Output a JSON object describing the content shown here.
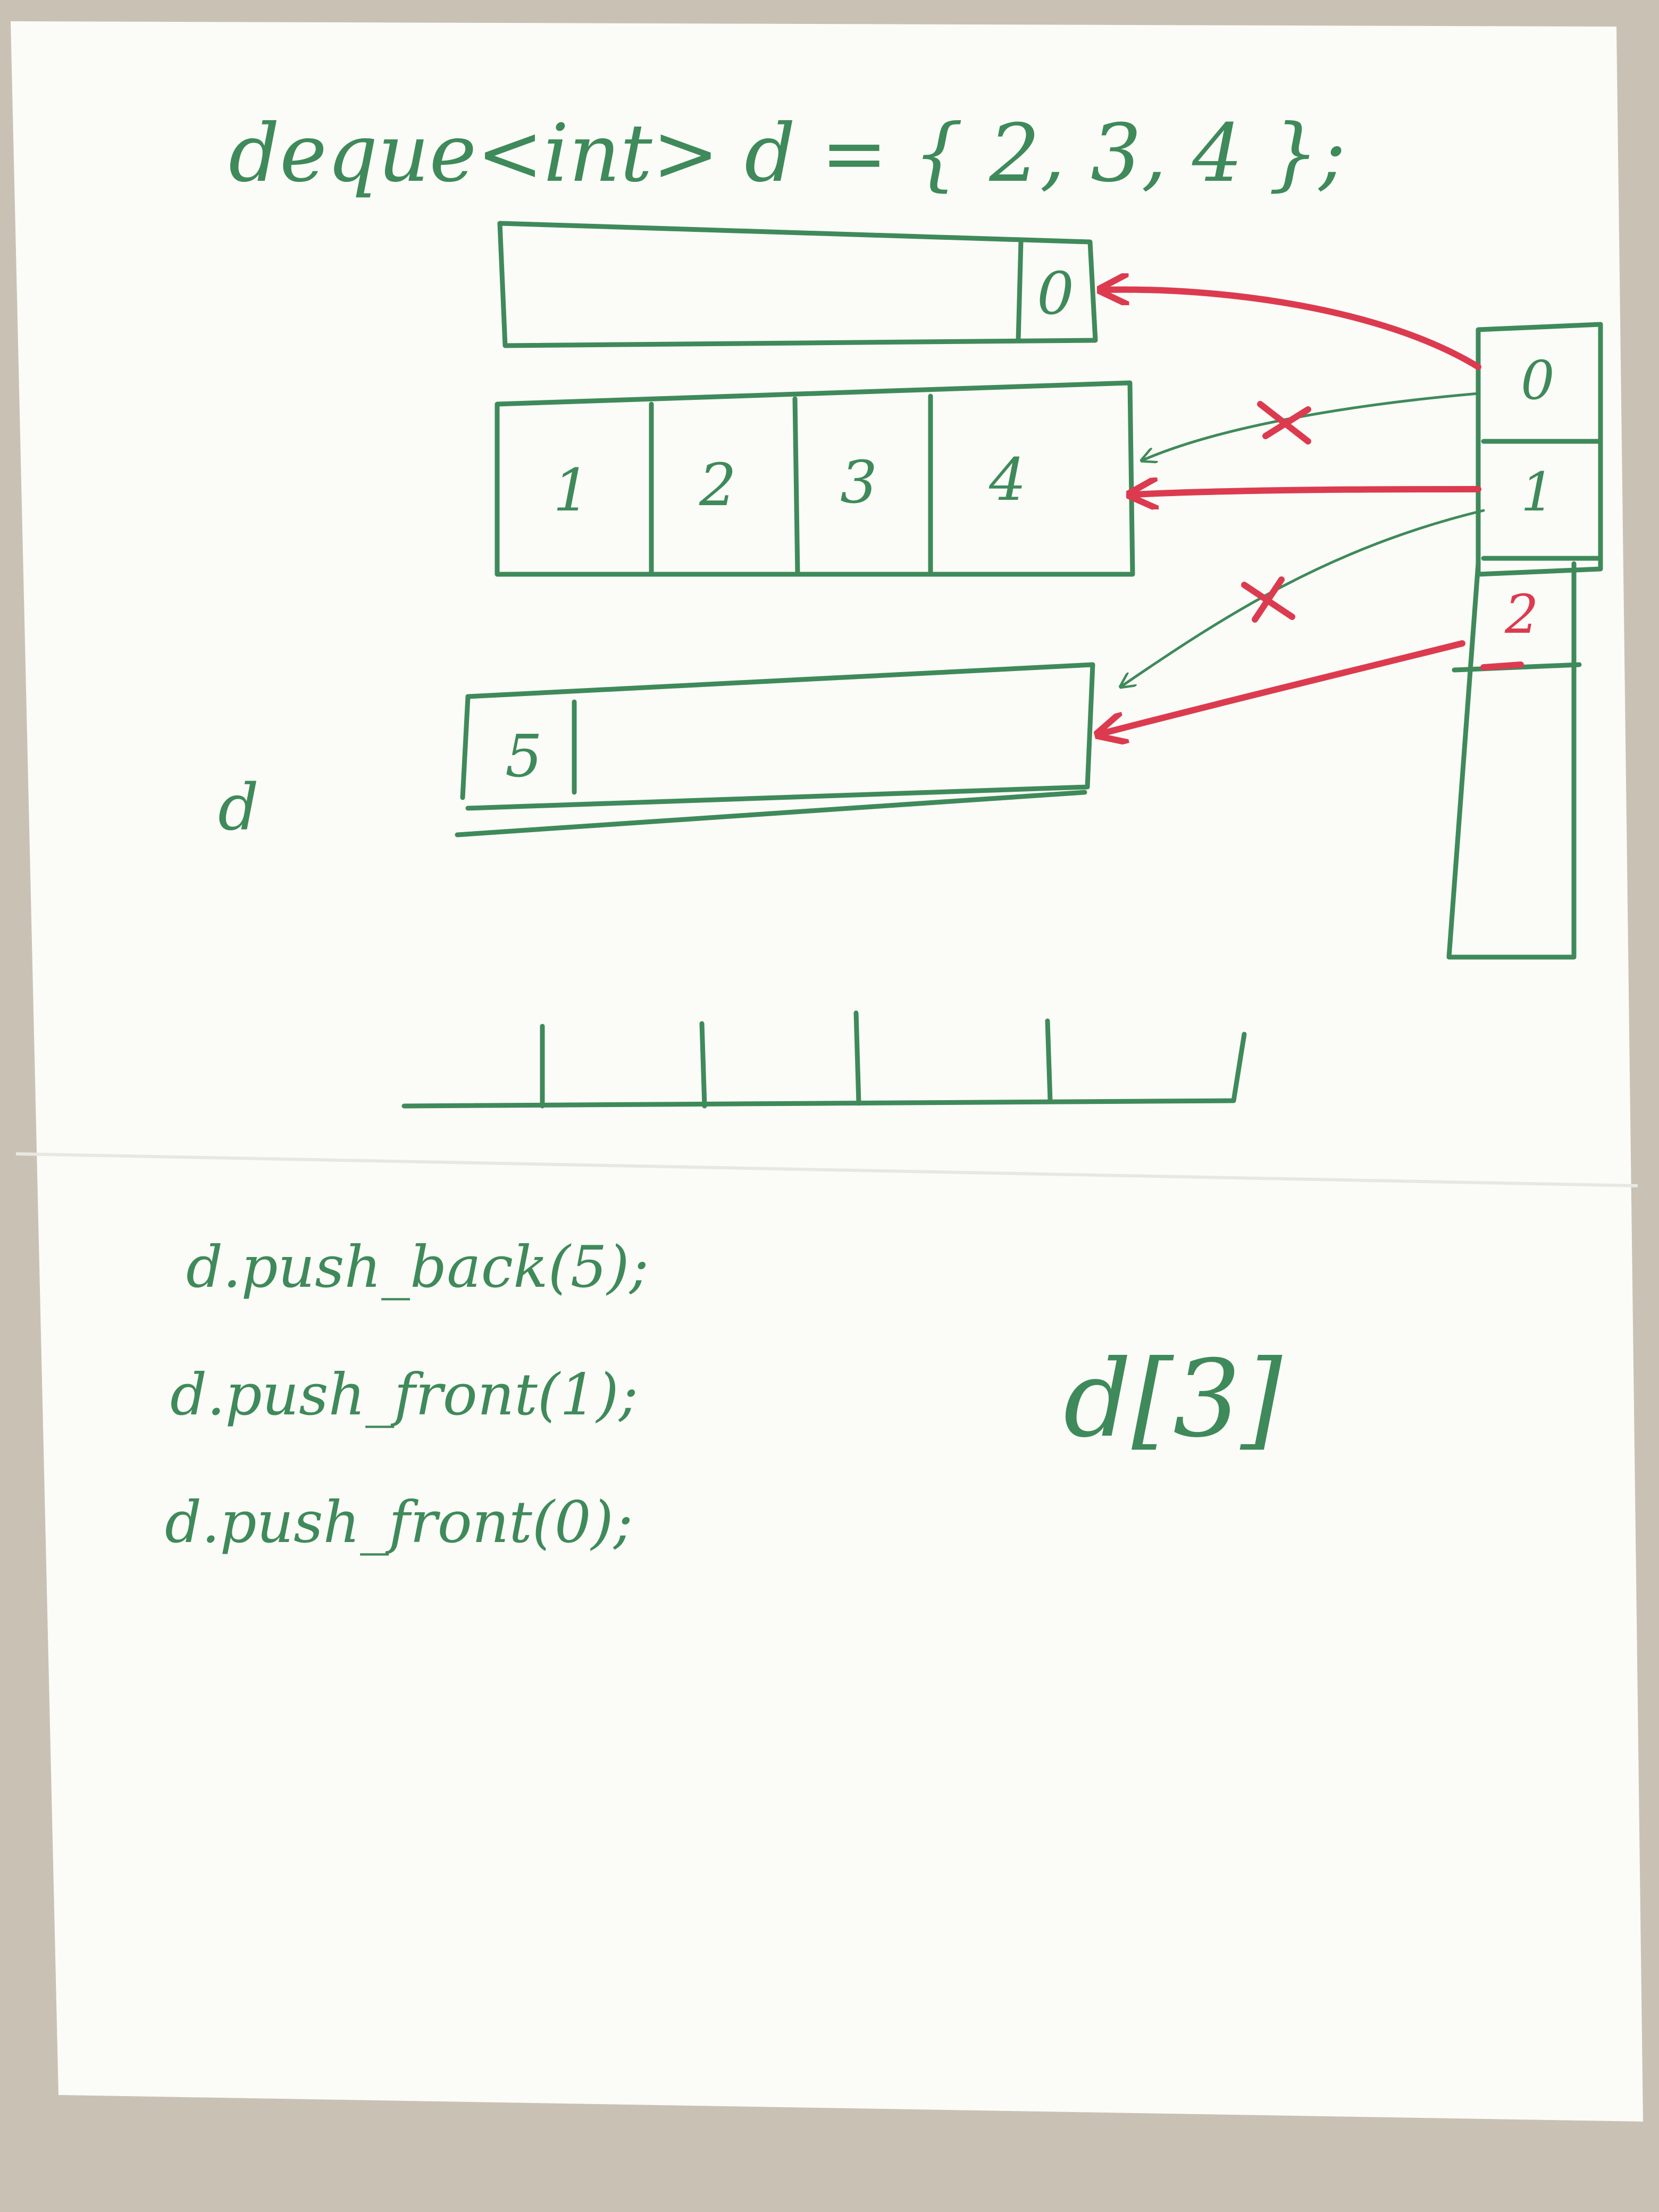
{
  "declaration": "deque<int> d = { 2, 3, 4 };",
  "blocks": [
    {
      "name": "block-front",
      "cells": [
        "",
        "",
        "",
        "0"
      ]
    },
    {
      "name": "block-middle",
      "cells": [
        "1",
        "2",
        "3",
        "4"
      ]
    },
    {
      "name": "block-back",
      "cells": [
        "5",
        "",
        "",
        ""
      ]
    },
    {
      "name": "block-empty",
      "cells": [
        "",
        "",
        "",
        "",
        ""
      ]
    }
  ],
  "map_indices": [
    "0",
    "1",
    "2"
  ],
  "side_label": "d",
  "operations": [
    "d.push_back(5);",
    "d.push_front(1);",
    "d.push_front(0);"
  ],
  "access_expression": "d[3]",
  "colors": {
    "ink_green": "#3f8a5a",
    "ink_red": "#dc3b4f",
    "paper": "#fbfbf8"
  }
}
